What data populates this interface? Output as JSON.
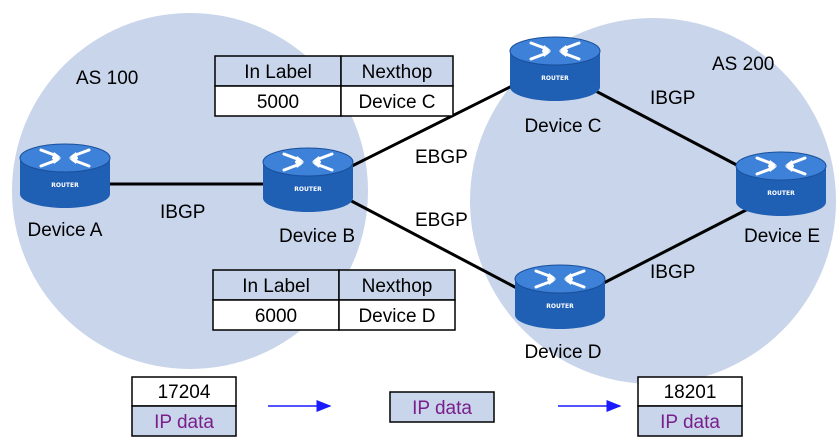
{
  "colors": {
    "as_region": "#c8d5ea",
    "router_body": "#1f5fb4",
    "router_top": "#3d82d8",
    "link": "#000000",
    "packet_fill": "#c8d5ea",
    "ip_text": "#7a1e8c",
    "arrow": "#1a1aff"
  },
  "regions": {
    "as100": "AS 100",
    "as200": "AS 200"
  },
  "devices": {
    "a": {
      "name": "Device A",
      "icon_text": "ROUTER",
      "icon": "router-icon"
    },
    "b": {
      "name": "Device B",
      "icon_text": "ROUTER",
      "icon": "router-icon"
    },
    "c": {
      "name": "Device C",
      "icon_text": "ROUTER",
      "icon": "router-icon"
    },
    "d": {
      "name": "Device D",
      "icon_text": "ROUTER",
      "icon": "router-icon"
    },
    "e": {
      "name": "Device E",
      "icon_text": "ROUTER",
      "icon": "router-icon"
    }
  },
  "links": {
    "ab": "IBGP",
    "bc": "EBGP",
    "bd": "EBGP",
    "ce": "IBGP",
    "de": "IBGP"
  },
  "tables": {
    "top": {
      "headers": [
        "In Label",
        "Nexthop"
      ],
      "row": [
        "5000",
        "Device C"
      ]
    },
    "bottom": {
      "headers": [
        "In Label",
        "Nexthop"
      ],
      "row": [
        "6000",
        "Device D"
      ]
    }
  },
  "packets": {
    "left": {
      "label": "17204",
      "payload": "IP data"
    },
    "middle": {
      "payload": "IP data"
    },
    "right": {
      "label": "18201",
      "payload": "IP data"
    }
  }
}
